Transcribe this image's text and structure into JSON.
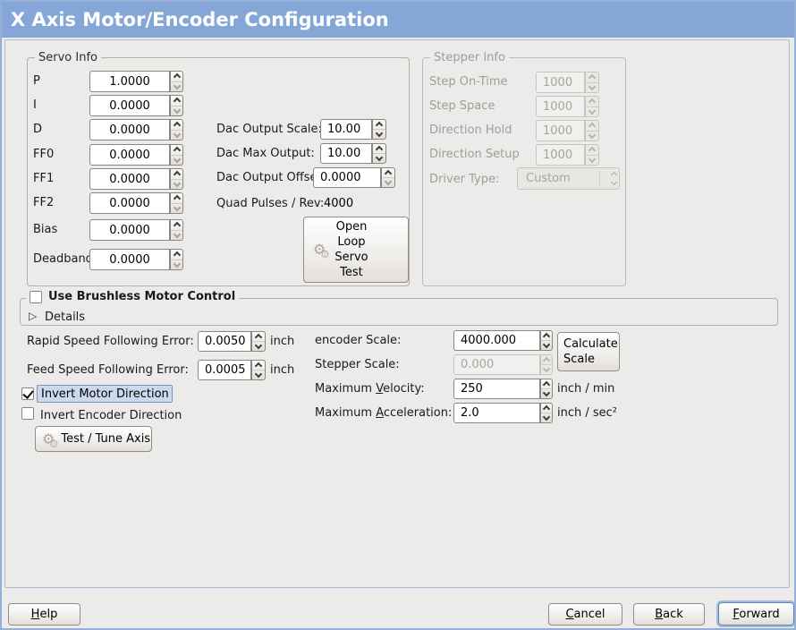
{
  "window": {
    "title": "X Axis Motor/Encoder Configuration"
  },
  "colors": {
    "title_bar": "#84a7d8",
    "focus_highlight": "#ccd9ec",
    "focus_border": "#7795c0",
    "window_border": "#93b1d8"
  },
  "servo_info": {
    "title": "Servo Info",
    "params": [
      {
        "label": "P",
        "value": "1.0000"
      },
      {
        "label": "I",
        "value": "0.0000"
      },
      {
        "label": "D",
        "value": "0.0000"
      },
      {
        "label": "FF0",
        "value": "0.0000"
      },
      {
        "label": "FF1",
        "value": "0.0000"
      },
      {
        "label": "FF2",
        "value": "0.0000"
      },
      {
        "label": "Bias",
        "value": "0.0000"
      },
      {
        "label": "Deadband",
        "value": "0.0000"
      }
    ],
    "dac_output_scale_label": "Dac Output Scale:",
    "dac_output_scale_value": "10.00",
    "dac_max_output_label": "Dac Max Output:",
    "dac_max_output_value": "10.00",
    "dac_output_offset_label": "Dac Output Offset:",
    "dac_output_offset_value": "0.0000",
    "quad_pulses_label": "Quad Pulses / Rev:",
    "quad_pulses_value": "4000",
    "open_loop_button_label": "Open\nLoop\nServo\nTest"
  },
  "stepper_info": {
    "title": "Stepper Info",
    "rows": [
      {
        "label": "Step On-Time",
        "value": "1000"
      },
      {
        "label": "Step Space",
        "value": "1000"
      },
      {
        "label": "Direction Hold",
        "value": "1000"
      },
      {
        "label": "Direction Setup",
        "value": "1000"
      }
    ],
    "driver_type_label": "Driver Type:",
    "driver_type_value": "Custom"
  },
  "brushless": {
    "label": "Use Brushless Motor Control",
    "checked": false,
    "details_label": "Details"
  },
  "following_error": {
    "rapid_label": "Rapid Speed Following Error:",
    "rapid_value": "0.0050",
    "rapid_unit": "inch",
    "feed_label": "Feed Speed Following Error:",
    "feed_value": "0.0005",
    "feed_unit": "inch"
  },
  "scales": {
    "encoder_label": "encoder Scale:",
    "encoder_value": "4000.000",
    "calculate_button_label": "Calculate\nScale",
    "stepper_label": "Stepper Scale:",
    "stepper_value": "0.000",
    "velocity_label": {
      "pre": "Maximum ",
      "mn": "V",
      "post": "elocity:"
    },
    "velocity_value": "250",
    "velocity_unit": "inch / min",
    "accel_label": {
      "pre": "Maximum ",
      "mn": "A",
      "post": "cceleration:"
    },
    "accel_value": "2.0",
    "accel_unit": "inch / sec²"
  },
  "direction": {
    "invert_motor_label": "Invert Motor Direction",
    "invert_motor_checked": true,
    "invert_encoder_label": "Invert Encoder Direction",
    "invert_encoder_checked": false,
    "test_tune_button_label": "Test / Tune Axis"
  },
  "footer": {
    "help": {
      "mn": "H",
      "post": "elp"
    },
    "cancel": {
      "mn": "C",
      "post": "ancel"
    },
    "back": {
      "mn": "B",
      "post": "ack"
    },
    "forward": {
      "mn": "F",
      "post": "orward"
    }
  }
}
